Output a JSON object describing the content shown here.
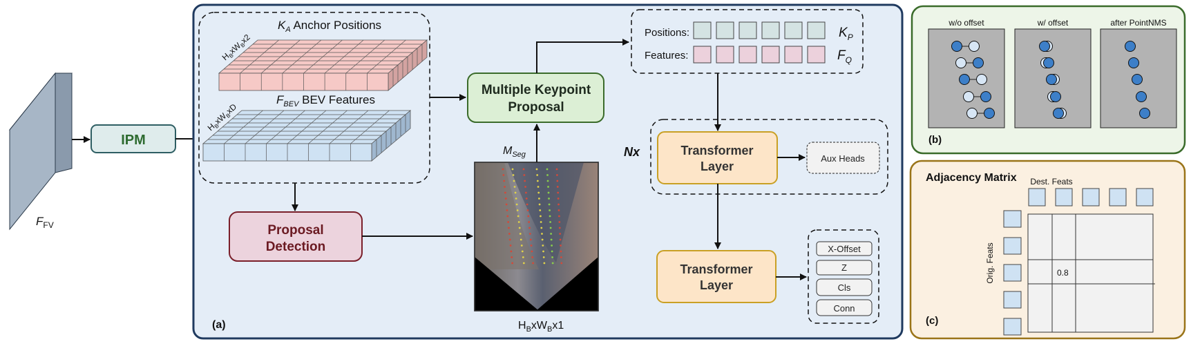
{
  "labels": {
    "ffv_main": "F",
    "ffv_sub": "FV",
    "ipm": "IPM",
    "anchor_k": "K",
    "anchor_k_sub": "A",
    "anchor_rest": " Anchor Positions",
    "anchor_dim_main": "H",
    "anchor_dim_sub1": "B",
    "anchor_dim_mid": "xW",
    "anchor_dim_sub2": "B",
    "anchor_dim_end": "x2",
    "bev_f": "F",
    "bev_sub": "BEV",
    "bev_rest": " BEV Features",
    "bev_dim_main": "H",
    "bev_dim_sub1": "B",
    "bev_dim_mid": "xW",
    "bev_dim_sub2": "B",
    "bev_dim_end": "xD",
    "proposal_line1": "Proposal",
    "proposal_line2": "Detection",
    "mkp_line1": "Multiple Keypoint",
    "mkp_line2": "Proposal",
    "mseg_main": "M",
    "mseg_sub": "Seg",
    "hw1_main": "H",
    "hw1_sub1": "B",
    "hw1_mid": "xW",
    "hw1_sub2": "B",
    "hw1_end": "x1",
    "positions": "Positions:",
    "features": "Features:",
    "kp_main": "K",
    "kp_sub": "P",
    "fq_main": "F",
    "fq_sub": "Q",
    "nx": "Nx",
    "transformer1_line1": "Transformer",
    "transformer1_line2": "Layer",
    "aux_heads": "Aux Heads",
    "transformer2_line1": "Transformer",
    "transformer2_line2": "Layer",
    "head_x_offset": "X-Offset",
    "head_z": "Z",
    "head_cls": "Cls",
    "head_conn": "Conn",
    "panel_a": "(a)",
    "b_wo_offset": "w/o offset",
    "b_w_offset": "w/ offset",
    "b_after_nms": "after PointNMS",
    "panel_b": "(b)",
    "adj_title": "Adjacency Matrix",
    "dest_feats": "Dest. Feats",
    "orig_feats": "Orig. Feats",
    "adj_value": "0.8",
    "panel_c": "(c)"
  },
  "colors": {
    "panel_a_fill": "#e4edf7",
    "panel_a_border": "#1f3a5f",
    "panel_b_fill": "#edf5e8",
    "panel_b_border": "#3a6b2a",
    "panel_c_fill": "#fbf0e1",
    "panel_c_border": "#9a7418",
    "ipm_fill": "#dfecec",
    "proposal_fill": "#ecd3dd",
    "proposal_border": "#7a1f2a",
    "mkp_fill": "#dcefd5",
    "mkp_border": "#3a6b2a",
    "transformer_fill": "#fde5c8",
    "transformer_border": "#c9a024",
    "anchor_cell": "#f6c9c6",
    "bev_cell": "#cfe2f3",
    "position_cell": "#d4e3e3",
    "feature_cell": "#ecd1dc",
    "point_blue": "#3d7fc8",
    "point_light": "#d7e6f5"
  }
}
